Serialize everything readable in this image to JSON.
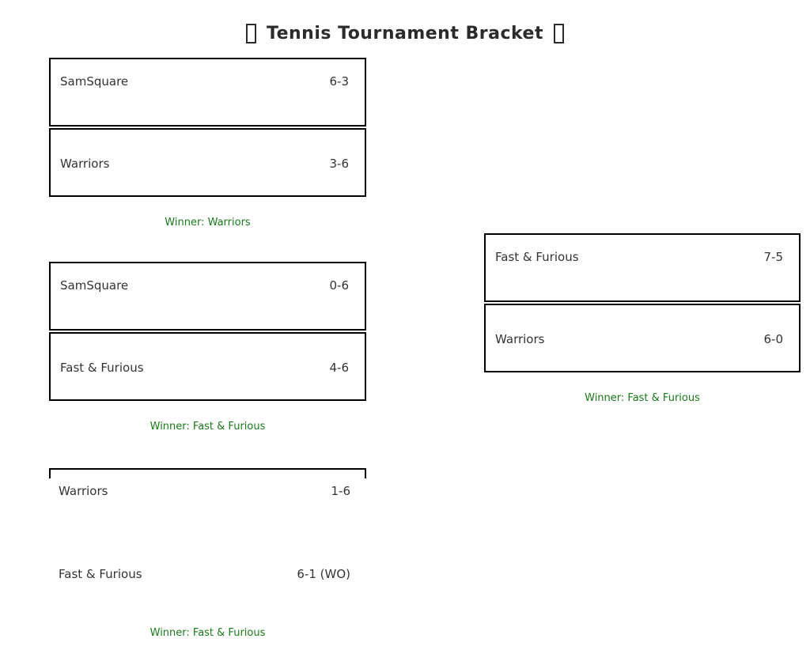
{
  "title": {
    "text": "Tennis Tournament Bracket"
  },
  "icons": {
    "title_flanker": "tennis-ball-emoji-missing-glyph-box"
  },
  "colors": {
    "winner_green": "#1a7a1a",
    "team_text": "#333333",
    "border": "#000000",
    "title_text": "#2b2b2b"
  },
  "matches": [
    {
      "id": "match-1",
      "rows": [
        {
          "team": "SamSquare",
          "score": "6-3"
        },
        {
          "team": "Warriors",
          "score": "3-6"
        }
      ],
      "winner_label": "Winner: Warriors"
    },
    {
      "id": "match-2",
      "rows": [
        {
          "team": "SamSquare",
          "score": "0-6"
        },
        {
          "team": "Fast & Furious",
          "score": "4-6"
        }
      ],
      "winner_label": "Winner: Fast & Furious"
    },
    {
      "id": "match-3",
      "rows": [
        {
          "team": "Warriors",
          "score": "1-6"
        },
        {
          "team": "Fast & Furious",
          "score": "6-1 (WO)"
        }
      ],
      "winner_label": "Winner: Fast & Furious"
    },
    {
      "id": "final-match",
      "rows": [
        {
          "team": "Fast & Furious",
          "score": "7-5"
        },
        {
          "team": "Warriors",
          "score": "6-0"
        }
      ],
      "winner_label": "Winner: Fast & Furious"
    }
  ]
}
